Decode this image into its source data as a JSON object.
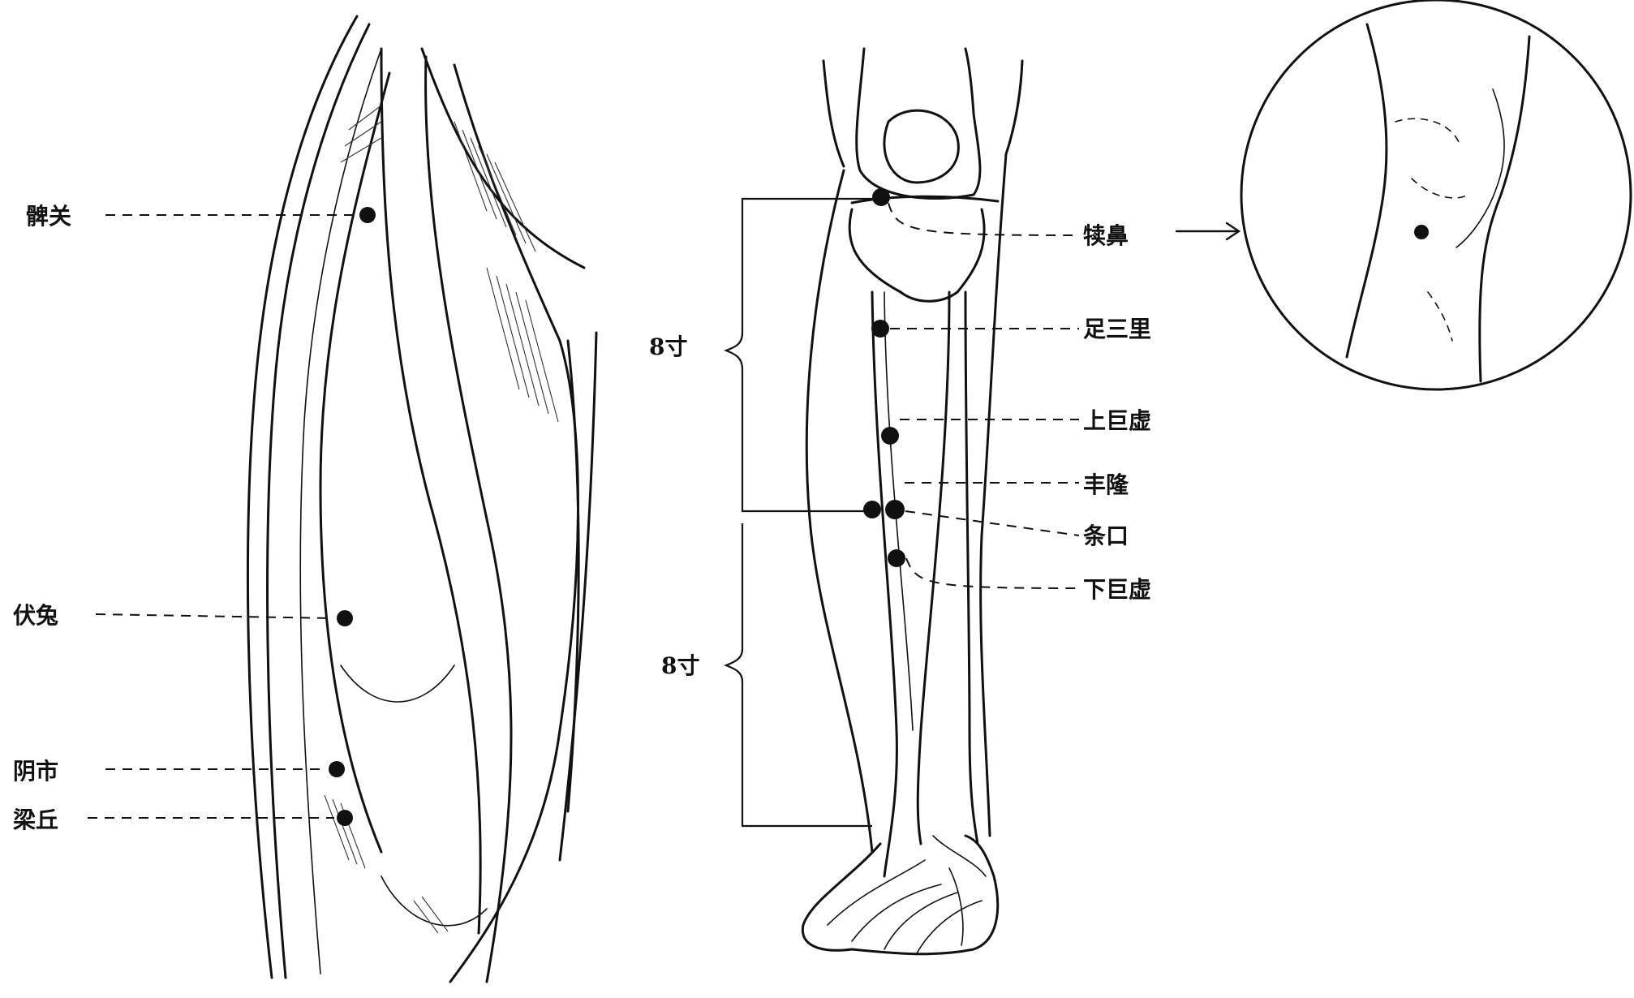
{
  "thigh": {
    "points": [
      {
        "id": "biguan",
        "label": "髀关"
      },
      {
        "id": "futu",
        "label": "伏兔"
      },
      {
        "id": "yinshi",
        "label": "阴市"
      },
      {
        "id": "liangqiu",
        "label": "梁丘"
      }
    ]
  },
  "leg": {
    "points": [
      {
        "id": "dubi",
        "label": "犊鼻"
      },
      {
        "id": "zusanli",
        "label": "足三里"
      },
      {
        "id": "shangjuxu",
        "label": "上巨虚"
      },
      {
        "id": "fenglong",
        "label": "丰隆"
      },
      {
        "id": "tiaokou",
        "label": "条口"
      },
      {
        "id": "xiajuxu",
        "label": "下巨虚"
      }
    ],
    "measures": [
      {
        "id": "upper",
        "label": "8寸"
      },
      {
        "id": "lower",
        "label": "8寸"
      }
    ]
  },
  "inset": {
    "description_icon": "knee-inset-circle"
  },
  "colors": {
    "ink": "#111111",
    "background": "#ffffff"
  }
}
